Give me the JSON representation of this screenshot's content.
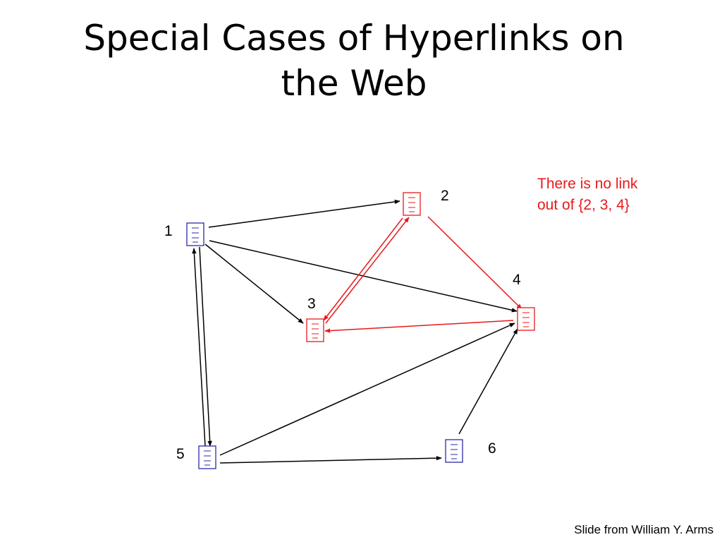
{
  "slide": {
    "title_line1": "Special Cases of Hyperlinks on",
    "title_line2": "the Web",
    "callout_line1": "There is no link",
    "callout_line2": "out of {2, 3, 4}",
    "credit": "Slide from William Y. Arms"
  },
  "colors": {
    "normal_node": "#2b2ba8",
    "highlight": "#e8191b",
    "edge": "#000000"
  },
  "diagram": {
    "nodes": [
      {
        "id": "1",
        "label": "1",
        "highlighted": false
      },
      {
        "id": "2",
        "label": "2",
        "highlighted": true
      },
      {
        "id": "3",
        "label": "3",
        "highlighted": true
      },
      {
        "id": "4",
        "label": "4",
        "highlighted": true
      },
      {
        "id": "5",
        "label": "5",
        "highlighted": false
      },
      {
        "id": "6",
        "label": "6",
        "highlighted": false
      }
    ],
    "edges": [
      {
        "from": "1",
        "to": "2",
        "highlighted": false
      },
      {
        "from": "1",
        "to": "3",
        "highlighted": false
      },
      {
        "from": "1",
        "to": "4",
        "highlighted": false
      },
      {
        "from": "1",
        "to": "5",
        "highlighted": false
      },
      {
        "from": "5",
        "to": "1",
        "highlighted": false
      },
      {
        "from": "5",
        "to": "4",
        "highlighted": false
      },
      {
        "from": "5",
        "to": "6",
        "highlighted": false
      },
      {
        "from": "6",
        "to": "4",
        "highlighted": false
      },
      {
        "from": "2",
        "to": "3",
        "highlighted": true
      },
      {
        "from": "3",
        "to": "2",
        "highlighted": true
      },
      {
        "from": "2",
        "to": "4",
        "highlighted": true
      },
      {
        "from": "4",
        "to": "3",
        "highlighted": true
      }
    ]
  }
}
